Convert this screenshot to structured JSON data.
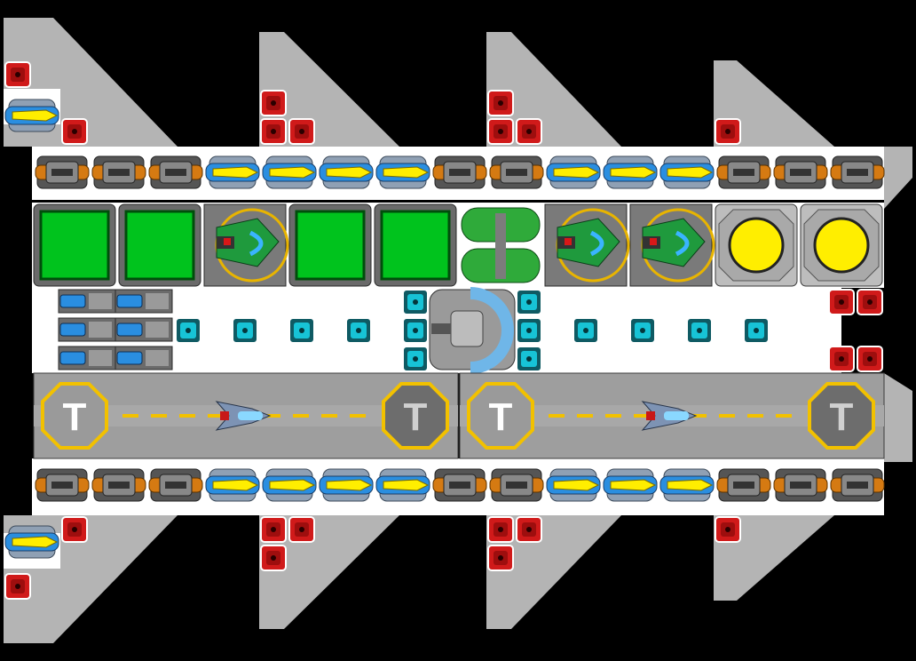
{
  "game": {
    "view": "ship-editor-topdown",
    "palette": {
      "hull_light": "#b4b4b4",
      "hull_white": "#ffffff",
      "frame_dark": "#5a5a5a",
      "armor_red": "#d01a1a",
      "node_cyan": "#17c3d6",
      "cargo_green": "#00c31d",
      "reactor_yellow": "#ffee00",
      "hangar_stripe": "#f2c100",
      "engine_blue": "#2a8ee0",
      "thruster_orange": "#d57a12"
    },
    "hangar_pads": [
      {
        "left_label": "T",
        "right_label": "T"
      },
      {
        "left_label": "T",
        "right_label": "T"
      }
    ],
    "rows": {
      "top_weapons": [
        "cannon",
        "cannon",
        "cannon",
        "missile",
        "missile",
        "missile",
        "missile",
        "cannon",
        "cannon",
        "missile",
        "missile",
        "missile",
        "cannon",
        "cannon",
        "cannon"
      ],
      "modules": [
        "cargo",
        "cargo",
        "fighter-bay",
        "cargo",
        "cargo",
        "fuel-tank",
        "fighter-bay",
        "fighter-bay",
        "reactor",
        "reactor"
      ],
      "bottom_weapons": [
        "cannon",
        "cannon",
        "cannon",
        "missile",
        "missile",
        "missile",
        "missile",
        "cannon",
        "cannon",
        "missile",
        "missile",
        "missile",
        "cannon",
        "cannon",
        "cannon"
      ]
    },
    "icons": {
      "armor": "armor-block-icon",
      "node": "connector-node-icon",
      "engine": "engine-thruster-icon",
      "turret": "shield-turret-icon",
      "fighter": "fighter-ship-icon"
    }
  }
}
